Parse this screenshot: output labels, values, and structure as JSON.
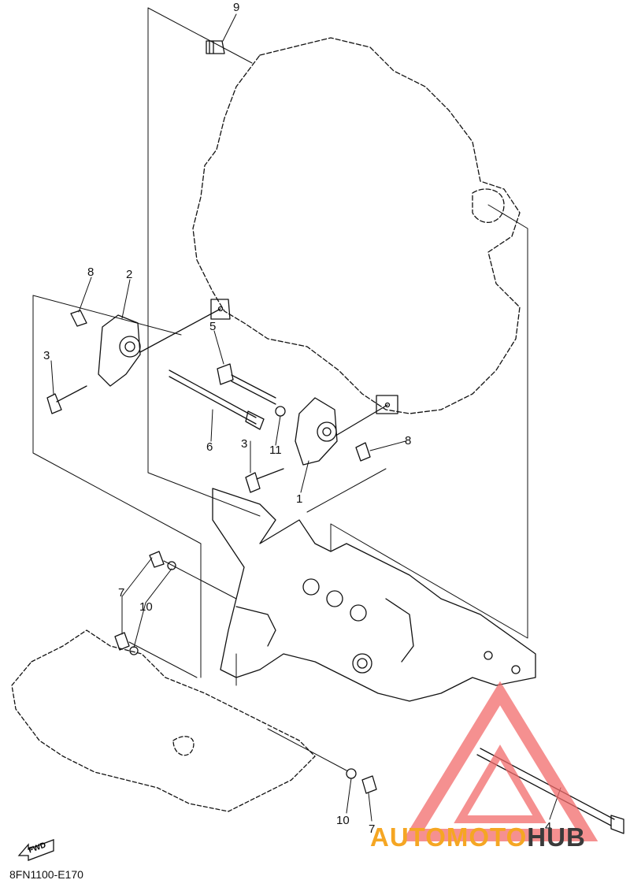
{
  "diagram": {
    "code": "8FN1100-E170",
    "fwd_label": "FWD",
    "watermark": {
      "part1": "AUTOMOTO",
      "part2": "HUB",
      "color_primary": "#f5a623",
      "color_secondary": "#3a3a3a",
      "triangle_color": "#f26b6b"
    },
    "callouts": [
      "9",
      "8",
      "2",
      "3",
      "5",
      "6",
      "11",
      "3",
      "1",
      "8",
      "7",
      "10",
      "10",
      "7",
      "4"
    ]
  }
}
